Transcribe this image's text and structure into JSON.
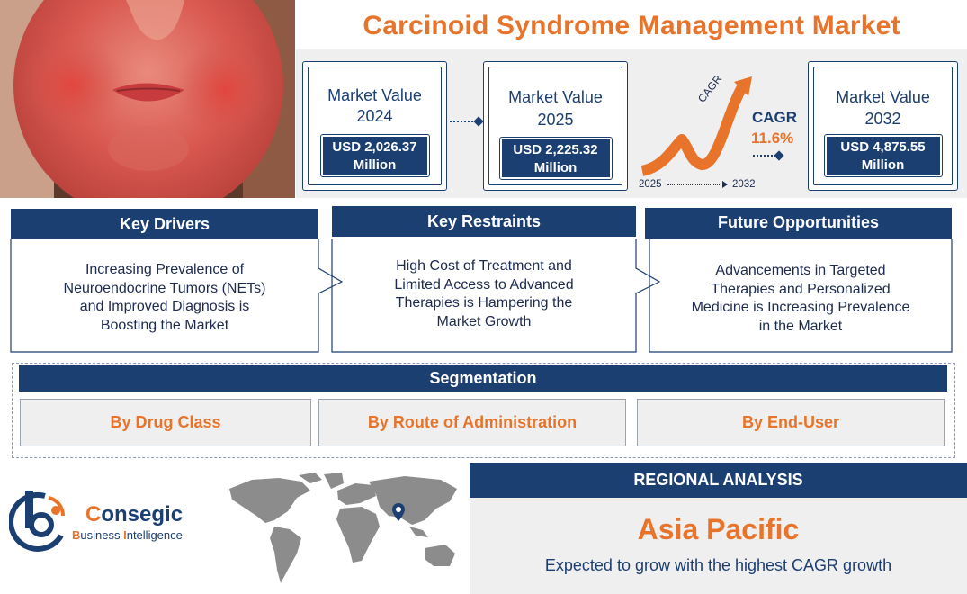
{
  "title": "Carcinoid Syndrome Management Market",
  "market_values": [
    {
      "label_line1": "Market Value",
      "label_line2": "2024",
      "value_line1": "USD 2,026.37",
      "value_line2": "Million"
    },
    {
      "label_line1": "Market Value",
      "label_line2": "2025",
      "value_line1": "USD 2,225.32",
      "value_line2": "Million"
    },
    {
      "label_line1": "Market Value",
      "label_line2": "2032",
      "value_line1": "USD 4,875.55",
      "value_line2": "Million"
    }
  ],
  "cagr": {
    "title": "CAGR",
    "value": "11.6%",
    "arrow_label": "CAGR",
    "start_year": "2025",
    "end_year": "2032"
  },
  "key_sections": [
    {
      "heading": "Key Drivers",
      "lines": [
        "Increasing Prevalence of",
        "Neuroendocrine Tumors (NETs)",
        "and Improved Diagnosis is",
        "Boosting the Market"
      ]
    },
    {
      "heading": "Key Restraints",
      "lines": [
        "High Cost of Treatment and",
        "Limited Access to Advanced",
        "Therapies is Hampering the",
        "Market Growth"
      ]
    },
    {
      "heading": "Future Opportunities",
      "lines": [
        "Advancements in Targeted",
        "Therapies and Personalized",
        "Medicine is Increasing Prevalence",
        "in the Market"
      ]
    }
  ],
  "segmentation": {
    "heading": "Segmentation",
    "items": [
      "By Drug Class",
      "By Route of Administration",
      "By End-User"
    ]
  },
  "brand": {
    "name_first_letter": "C",
    "name_rest": "onsegic",
    "tag_b": "B",
    "tag_b_rest": "usiness ",
    "tag_i": "I",
    "tag_i_rest": "ntelligence"
  },
  "regional": {
    "heading": "REGIONAL ANALYSIS",
    "region": "Asia Pacific",
    "description": "Expected to grow with the highest CAGR growth"
  },
  "colors": {
    "navy": "#1c3f71",
    "orange": "#e8742c",
    "panel_gray": "#efefef"
  },
  "icons": [
    "growth-arrow-icon",
    "world-map-icon",
    "location-pin-icon",
    "consegic-logo-icon",
    "chevron-right-icon"
  ]
}
